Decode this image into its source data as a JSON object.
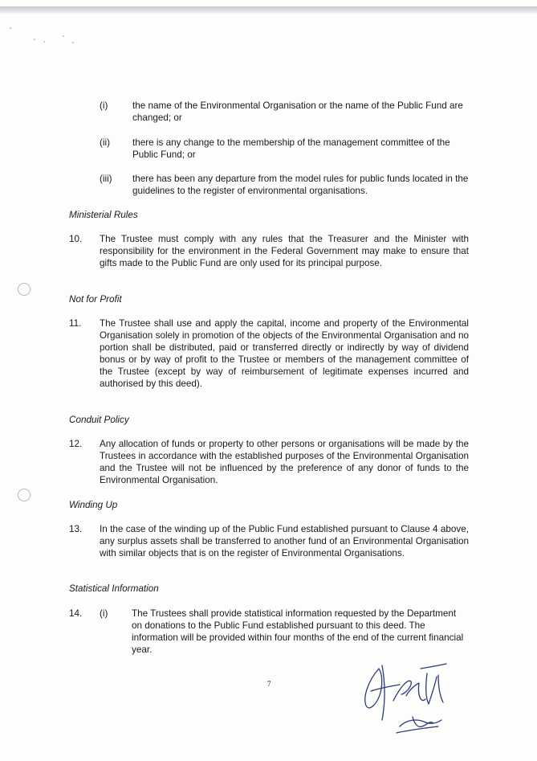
{
  "items": [
    {
      "num": "(i)",
      "text": "the name of the Environmental Organisation or the name of the Public Fund are changed; or"
    },
    {
      "num": "(ii)",
      "text": "there is any change to the membership of the management committee of the Public Fund; or"
    },
    {
      "num": "(iii)",
      "text": "there has been any departure from the model rules for public funds located in the guidelines to the register of environmental organisations."
    }
  ],
  "headings": {
    "ministerial": "Ministerial Rules",
    "not_for_profit": "Not for Profit",
    "conduit": "Conduit Policy",
    "winding_up": "Winding Up",
    "statistical": "Statistical Information"
  },
  "clauses": {
    "c10": {
      "num": "10.",
      "text": "The Trustee must comply with any rules that the Treasurer and the Minister with responsibility for the environment in the Federal Government may make to ensure that gifts made to the Public Fund are only used for its principal purpose."
    },
    "c11": {
      "num": "11.",
      "text": "The Trustee shall use and apply the capital, income and property of the Environmental Organisation solely in promotion of the objects of the Environmental Organisation and no portion shall be distributed, paid or transferred directly or indirectly by way of dividend bonus or by way of profit to the Trustee or members of the management committee of the Trustee (except by way of reimbursement of legitimate expenses incurred and authorised by this deed)."
    },
    "c12": {
      "num": "12.",
      "text": "Any allocation of funds or property to other persons or organisations will be made by the Trustees in accordance with the established purposes of the Environmental Organisation and the Trustee will not be influenced by the preference of any donor of funds to the Environmental Organisation."
    },
    "c13": {
      "num": "13.",
      "text": "In the case of the winding up of the Public Fund established pursuant to Clause 4 above, any surplus assets shall be transferred to another fund of an Environmental Organisation with similar objects that is on the register of Environmental Organisations."
    },
    "c14": {
      "num": "14.",
      "roman": "(i)",
      "text": "The Trustees shall provide statistical information requested by the Department on donations to the Public Fund established pursuant to this deed. The information will be provided within four months of the end of the current financial year."
    }
  },
  "page_number": "7"
}
